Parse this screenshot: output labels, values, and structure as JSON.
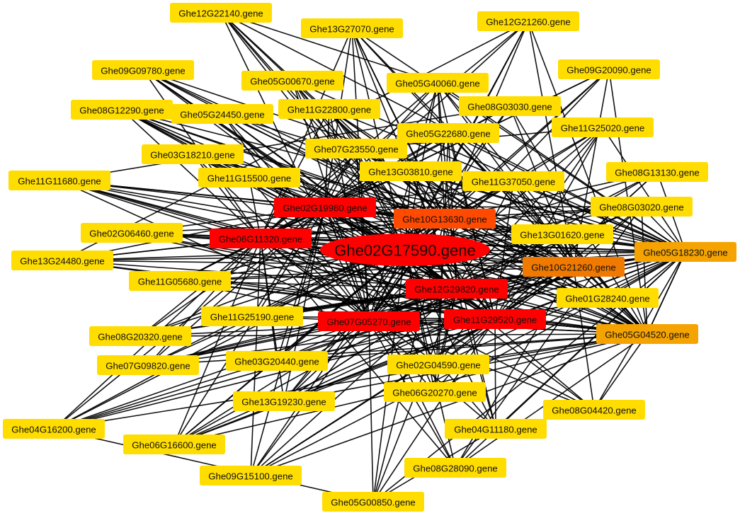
{
  "colors": {
    "low": "#FFDD00",
    "mid": "#F5A300",
    "high": "#F07A00",
    "higher": "#FF4A00",
    "hub": "#FF0000",
    "edge": "#000000"
  },
  "hub": {
    "id": "Ghe02G17590.gene",
    "degree_level": "hub"
  },
  "nodes": [
    {
      "id": "Ghe12G22140.gene",
      "level": "low"
    },
    {
      "id": "Ghe13G27070.gene",
      "level": "low"
    },
    {
      "id": "Ghe12G21260.gene",
      "level": "low"
    },
    {
      "id": "Ghe09G09780.gene",
      "level": "low"
    },
    {
      "id": "Ghe05G00670.gene",
      "level": "low"
    },
    {
      "id": "Ghe05G40060.gene",
      "level": "low"
    },
    {
      "id": "Ghe09G20090.gene",
      "level": "low"
    },
    {
      "id": "Ghe08G12290.gene",
      "level": "low"
    },
    {
      "id": "Ghe05G24450.gene",
      "level": "low"
    },
    {
      "id": "Ghe11G22800.gene",
      "level": "low"
    },
    {
      "id": "Ghe08G03030.gene",
      "level": "low"
    },
    {
      "id": "Ghe05G22680.gene",
      "level": "low"
    },
    {
      "id": "Ghe11G25020.gene",
      "level": "low"
    },
    {
      "id": "Ghe03G18210.gene",
      "level": "low"
    },
    {
      "id": "Ghe07G23550.gene",
      "level": "low"
    },
    {
      "id": "Ghe13G03810.gene",
      "level": "low"
    },
    {
      "id": "Ghe08G13130.gene",
      "level": "low"
    },
    {
      "id": "Ghe11G11680.gene",
      "level": "low"
    },
    {
      "id": "Ghe11G15500.gene",
      "level": "low"
    },
    {
      "id": "Ghe11G37050.gene",
      "level": "low"
    },
    {
      "id": "Ghe02G19980.gene",
      "level": "hub"
    },
    {
      "id": "Ghe08G03020.gene",
      "level": "low"
    },
    {
      "id": "Ghe10G13630.gene",
      "level": "higher"
    },
    {
      "id": "Ghe02G06460.gene",
      "level": "low"
    },
    {
      "id": "Ghe06G11320.gene",
      "level": "hub"
    },
    {
      "id": "Ghe13G01620.gene",
      "level": "low"
    },
    {
      "id": "Ghe05G18230.gene",
      "level": "mid"
    },
    {
      "id": "Ghe13G24480.gene",
      "level": "low"
    },
    {
      "id": "Ghe10G21260.gene",
      "level": "high"
    },
    {
      "id": "Ghe11G05680.gene",
      "level": "low"
    },
    {
      "id": "Ghe12G29820.gene",
      "level": "hub"
    },
    {
      "id": "Ghe01G28240.gene",
      "level": "low"
    },
    {
      "id": "Ghe11G25190.gene",
      "level": "low"
    },
    {
      "id": "Ghe07G05270.gene",
      "level": "hub"
    },
    {
      "id": "Ghe11G29520.gene",
      "level": "hub"
    },
    {
      "id": "Ghe08G20320.gene",
      "level": "low"
    },
    {
      "id": "Ghe05G04520.gene",
      "level": "mid"
    },
    {
      "id": "Ghe07G09820.gene",
      "level": "low"
    },
    {
      "id": "Ghe03G20440.gene",
      "level": "low"
    },
    {
      "id": "Ghe02G04590.gene",
      "level": "low"
    },
    {
      "id": "Ghe06G20270.gene",
      "level": "low"
    },
    {
      "id": "Ghe13G19230.gene",
      "level": "low"
    },
    {
      "id": "Ghe08G04420.gene",
      "level": "low"
    },
    {
      "id": "Ghe04G16200.gene",
      "level": "low"
    },
    {
      "id": "Ghe04G11180.gene",
      "level": "low"
    },
    {
      "id": "Ghe06G16600.gene",
      "level": "low"
    },
    {
      "id": "Ghe08G28090.gene",
      "level": "low"
    },
    {
      "id": "Ghe09G15100.gene",
      "level": "low"
    },
    {
      "id": "Ghe05G00850.gene",
      "level": "low"
    }
  ]
}
